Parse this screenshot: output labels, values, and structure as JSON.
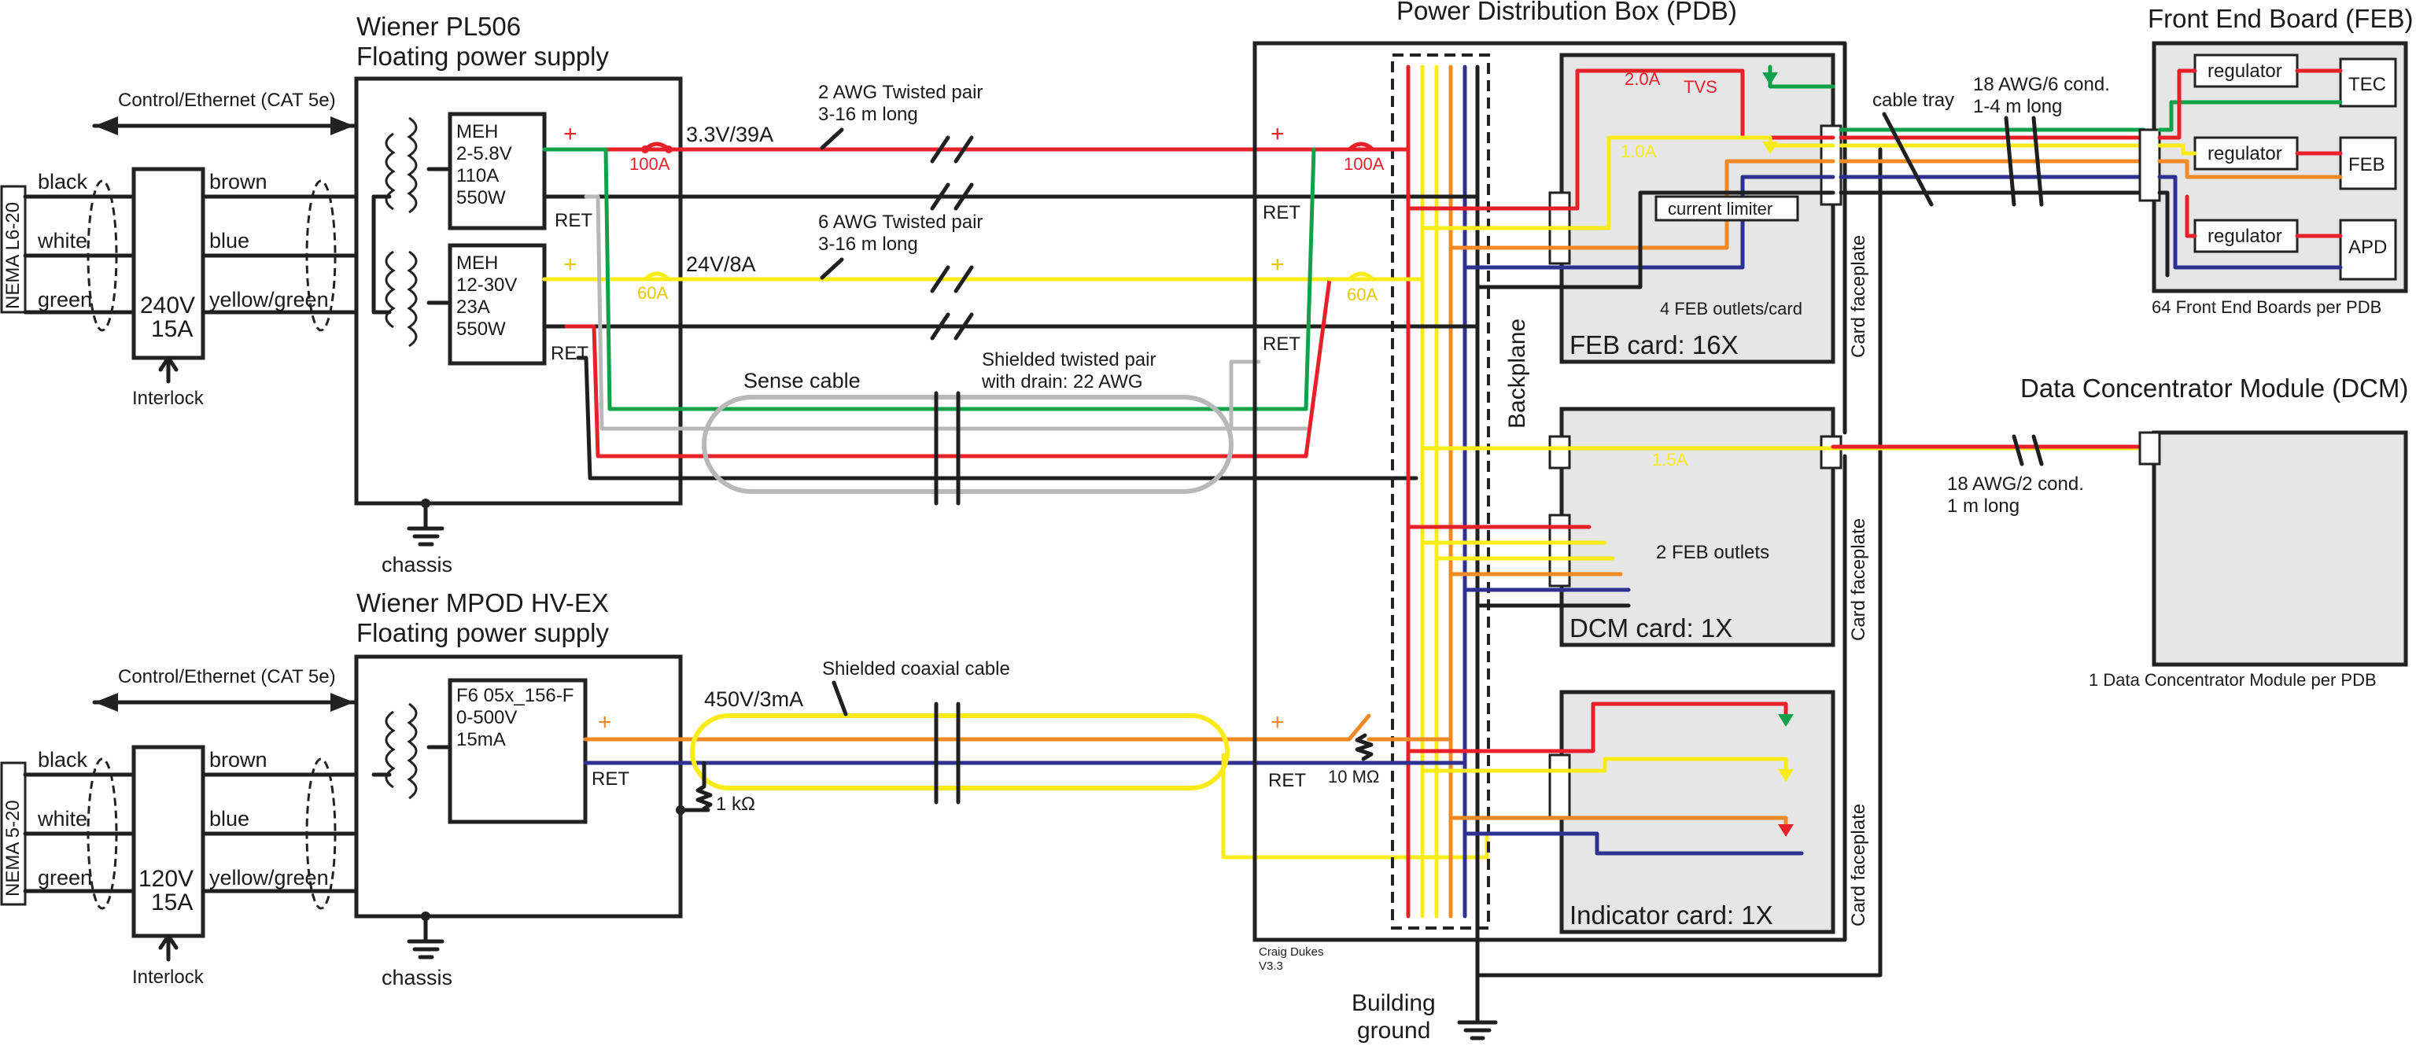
{
  "colors": {
    "red": "#e8202a",
    "yellow": "#f8ec18",
    "green": "#11a14a",
    "orange": "#f08a24",
    "blue": "#2e3192",
    "gray": "#b8b8b8",
    "black": "#1f1f1f",
    "card_fill": "#e6e6e6"
  },
  "pl506": {
    "title": "Wiener PL506",
    "subtitle": "Floating power supply"
  },
  "mpod": {
    "title": "Wiener MPOD HV-EX",
    "subtitle": "Floating power supply"
  },
  "control_label": "Control/Ethernet (CAT 5e)",
  "nema_top": "NEMA L6-20",
  "nema_bottom": "NEMA 5-20",
  "wire_colors_left": [
    "black",
    "white",
    "green"
  ],
  "wire_colors_right": [
    "brown",
    "blue",
    "yellow/green"
  ],
  "transformer_top": {
    "voltage": "240V",
    "current": "15A"
  },
  "transformer_bottom": {
    "voltage": "120V",
    "current": "15A"
  },
  "interlock": "Interlock",
  "chassis": "chassis",
  "meh1": [
    "MEH",
    "2-5.8V",
    "110A",
    "550W"
  ],
  "meh2": [
    "MEH",
    "12-30V",
    "23A",
    "550W"
  ],
  "f6": [
    "F6 05x_156-F",
    "0-500V",
    "15mA"
  ],
  "plus": "+",
  "ret": "RET",
  "fuse_100a": "100A",
  "fuse_60a": "60A",
  "fuse_2a": "2.0A",
  "fuse_1a": "1.0A",
  "fuse_15a": "1.5A",
  "awg2": [
    "2 AWG Twisted pair",
    "3-16 m long"
  ],
  "awg6": [
    "6 AWG Twisted pair",
    "3-16 m long"
  ],
  "v33": "3.3V/39A",
  "v24": "24V/8A",
  "sense_cable": "Sense cable",
  "shielded_tp": [
    "Shielded twisted pair",
    "with drain:  22 AWG"
  ],
  "shielded_coax": "Shielded coaxial cable",
  "hv": "450V/3mA",
  "r1k": "1 kΩ",
  "r10m": "10 MΩ",
  "pdb_title": "Power Distribution Box (PDB)",
  "backplane": "Backplane",
  "tvs": "TVS",
  "current_limiter": "current limiter",
  "feb_outlets": "4 FEB outlets/card",
  "feb_card": "FEB card: 16X",
  "dcm_card": "DCM card: 1X",
  "indicator_card": "Indicator card: 1X",
  "feb_outlets_2": "2 FEB outlets",
  "card_faceplate": "Card faceplate",
  "cable_tray": "cable tray",
  "awg18_6": [
    "18 AWG/6 cond.",
    "1-4 m long"
  ],
  "awg18_2": [
    "18 AWG/2 cond.",
    "1 m long"
  ],
  "feb_title": "Front End Board (FEB)",
  "regulator": "regulator",
  "tec": "TEC",
  "feb": "FEB",
  "apd": "APD",
  "feb_count": "64 Front End Boards per PDB",
  "dcm_title": "Data Concentrator Module (DCM)",
  "dcm_count": "1 Data Concentrator Module per PDB",
  "credit": [
    "Craig Dukes",
    "V3.3"
  ],
  "building_ground": [
    "Building",
    "ground"
  ]
}
